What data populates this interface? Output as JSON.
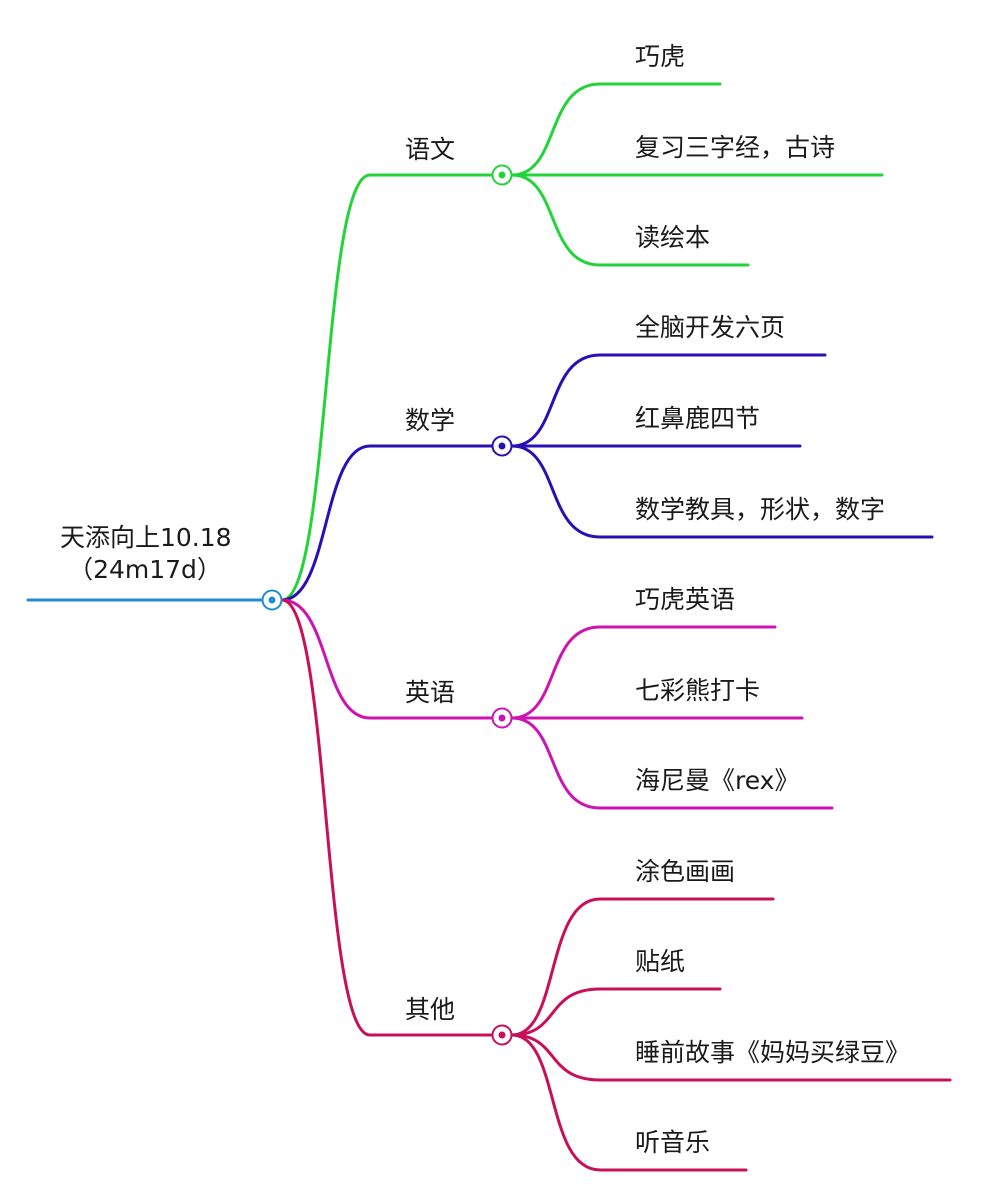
{
  "root": {
    "title": "天添向上10.18",
    "subtitle": "（24m17d）",
    "color": "#1f8fd0"
  },
  "branches": [
    {
      "label": "语文",
      "color": "#22d43a",
      "children": [
        "巧虎",
        "复习三字经，古诗",
        "读绘本"
      ]
    },
    {
      "label": "数学",
      "color": "#2b0fb5",
      "children": [
        "全脑开发六页",
        "红鼻鹿四节",
        "数学教具，形状，数字"
      ]
    },
    {
      "label": "英语",
      "color": "#cc14b2",
      "children": [
        "巧虎英语",
        "七彩熊打卡",
        "海尼曼《rex》"
      ]
    },
    {
      "label": "其他",
      "color": "#c8105a",
      "children": [
        "涂色画画",
        "贴纸",
        "睡前故事《妈妈买绿豆》",
        "听音乐"
      ]
    }
  ]
}
